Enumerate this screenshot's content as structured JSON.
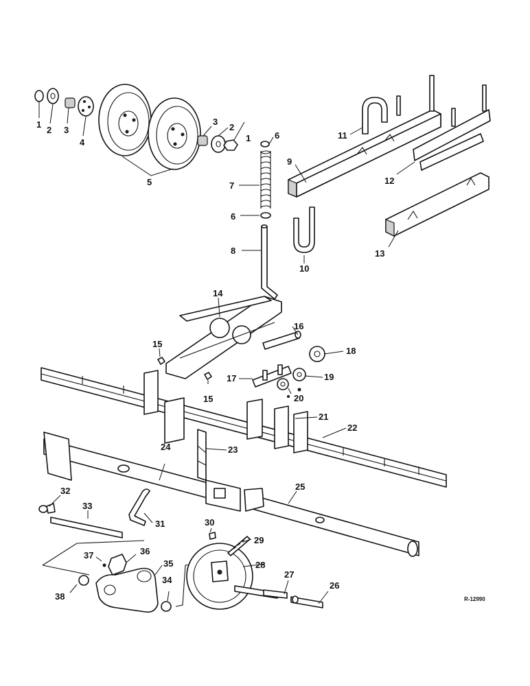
{
  "callouts": [
    "1",
    "2",
    "3",
    "4",
    "5",
    "6",
    "7",
    "8",
    "9",
    "10",
    "11",
    "12",
    "13",
    "14",
    "15",
    "16",
    "17",
    "18",
    "19",
    "20",
    "21",
    "22",
    "23",
    "24",
    "25",
    "26",
    "27",
    "28",
    "29",
    "30",
    "31",
    "32",
    "33",
    "34",
    "35",
    "36",
    "37",
    "38"
  ],
  "reference_code": "R-12990"
}
